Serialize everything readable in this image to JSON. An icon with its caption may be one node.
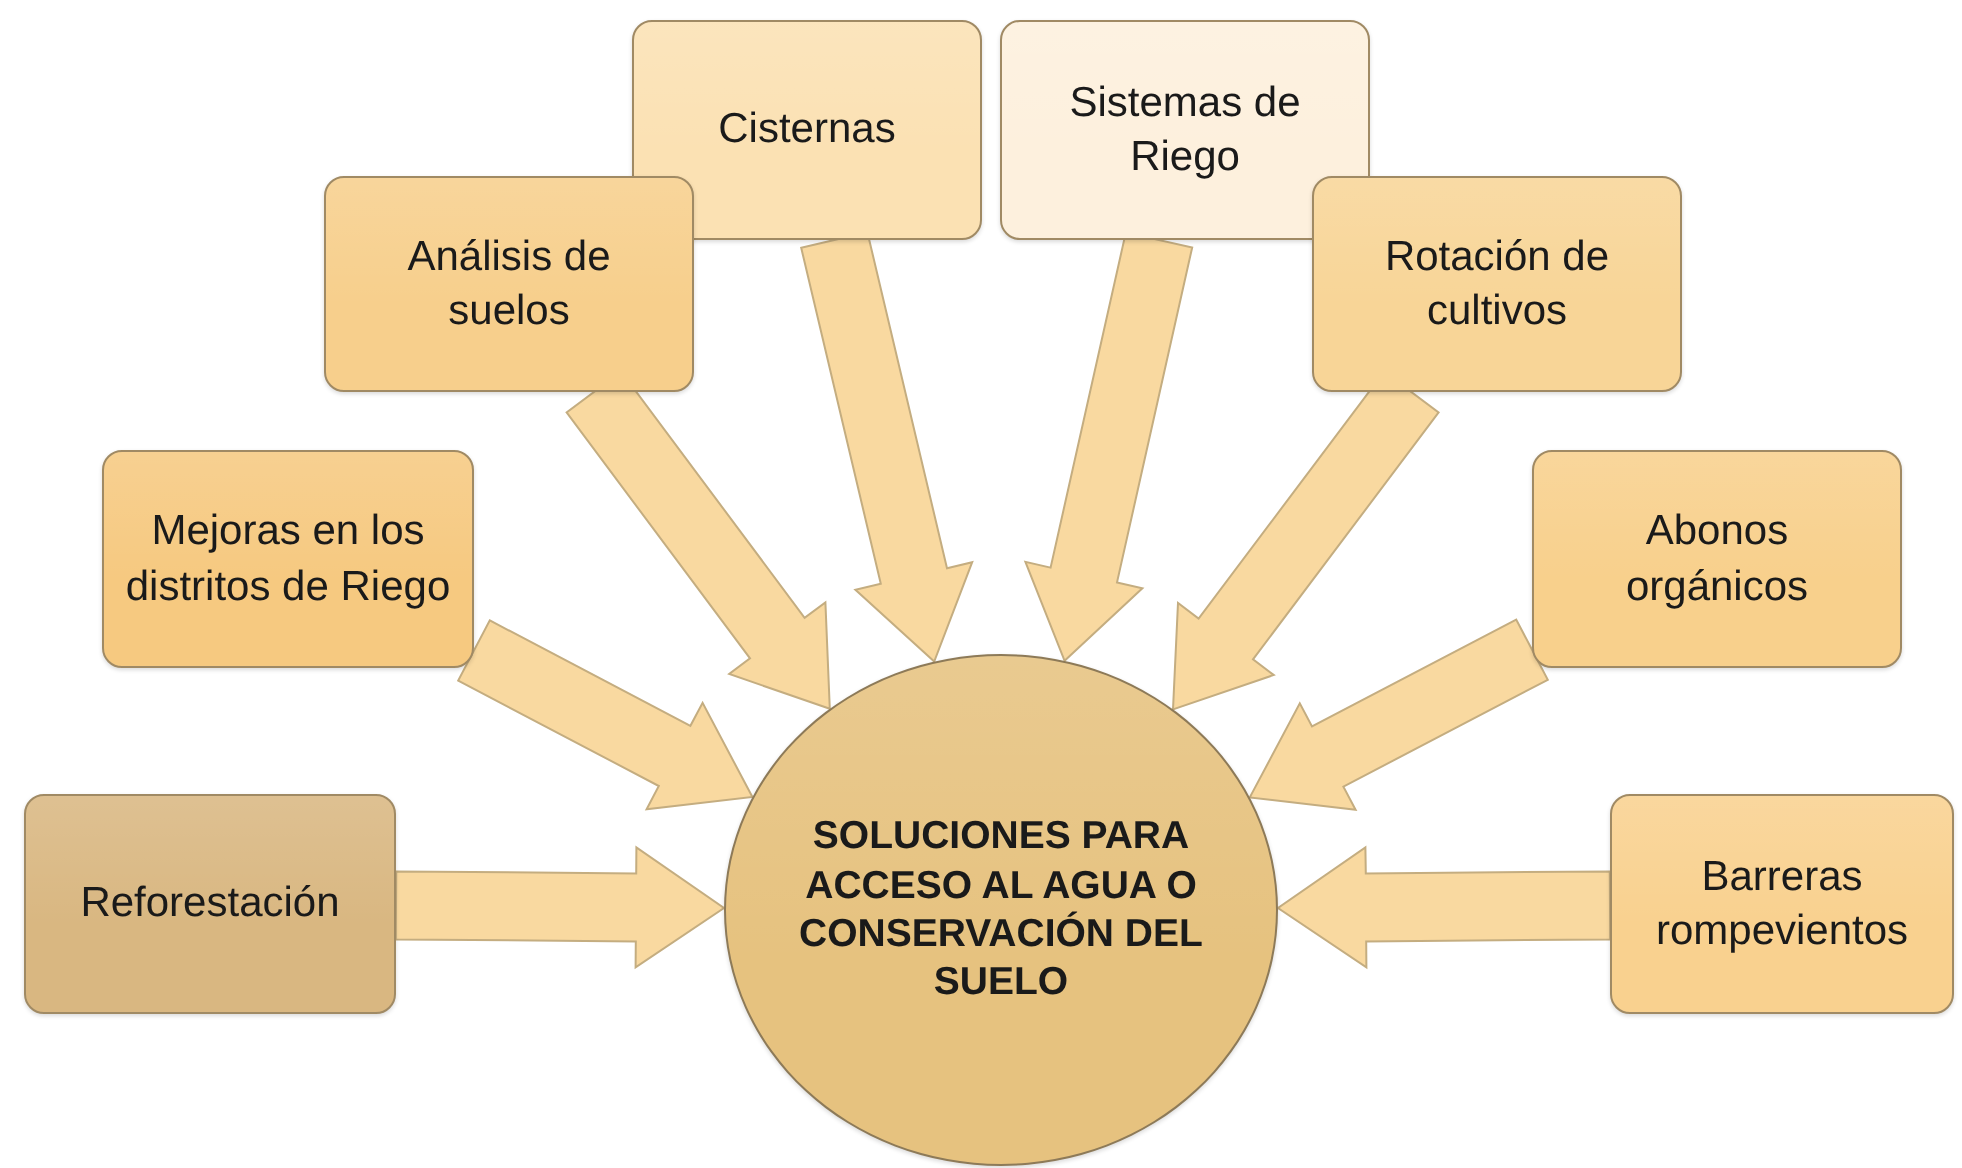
{
  "diagram": {
    "nodes": [
      {
        "text": [
          "Cisternas"
        ]
      },
      {
        "text": [
          "Sistemas de Riego"
        ]
      },
      {
        "text": [
          "Análisis de suelos"
        ]
      },
      {
        "text": [
          "Rotación de cultivos"
        ]
      },
      {
        "text": [
          "Mejoras en los distritos de Riego"
        ]
      },
      {
        "text": [
          "Abonos orgánicos"
        ]
      },
      {
        "text": [
          "Reforestación"
        ]
      },
      {
        "text": [
          "Barreras rompevientos"
        ]
      },
      {
        "text": [
          "SOLUCIONES PARA ACCESO AL AGUA O CONSERVACIÓN DEL SUELO"
        ]
      }
    ],
    "edges": [
      {
        "from": 0,
        "to": 8,
        "arrow": "to"
      },
      {
        "from": 1,
        "to": 8,
        "arrow": "to"
      },
      {
        "from": 2,
        "to": 8,
        "arrow": "to"
      },
      {
        "from": 3,
        "to": 8,
        "arrow": "to"
      },
      {
        "from": 4,
        "to": 8,
        "arrow": "to"
      },
      {
        "from": 5,
        "to": 8,
        "arrow": "to"
      },
      {
        "from": 6,
        "to": 8,
        "arrow": "to"
      },
      {
        "from": 7,
        "to": 8,
        "arrow": "to"
      }
    ]
  }
}
